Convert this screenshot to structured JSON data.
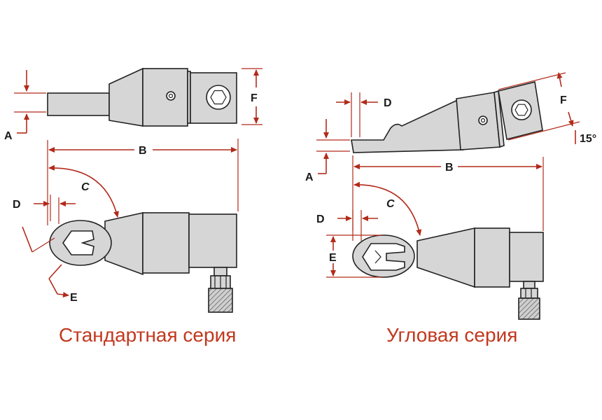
{
  "colors": {
    "dimension": "#b22a1a",
    "caption": "#c2381f",
    "tool_fill": "#d6d6d6",
    "outline": "#222222"
  },
  "standard": {
    "caption": "Стандартная серия",
    "labels": {
      "a": "A",
      "b": "B",
      "c": "C",
      "d": "D",
      "e": "E",
      "f": "F"
    }
  },
  "angled": {
    "caption": "Угловая серия",
    "labels": {
      "a": "A",
      "b": "B",
      "c": "C",
      "d": "D",
      "e": "E",
      "f": "F",
      "angle": "15°"
    }
  }
}
